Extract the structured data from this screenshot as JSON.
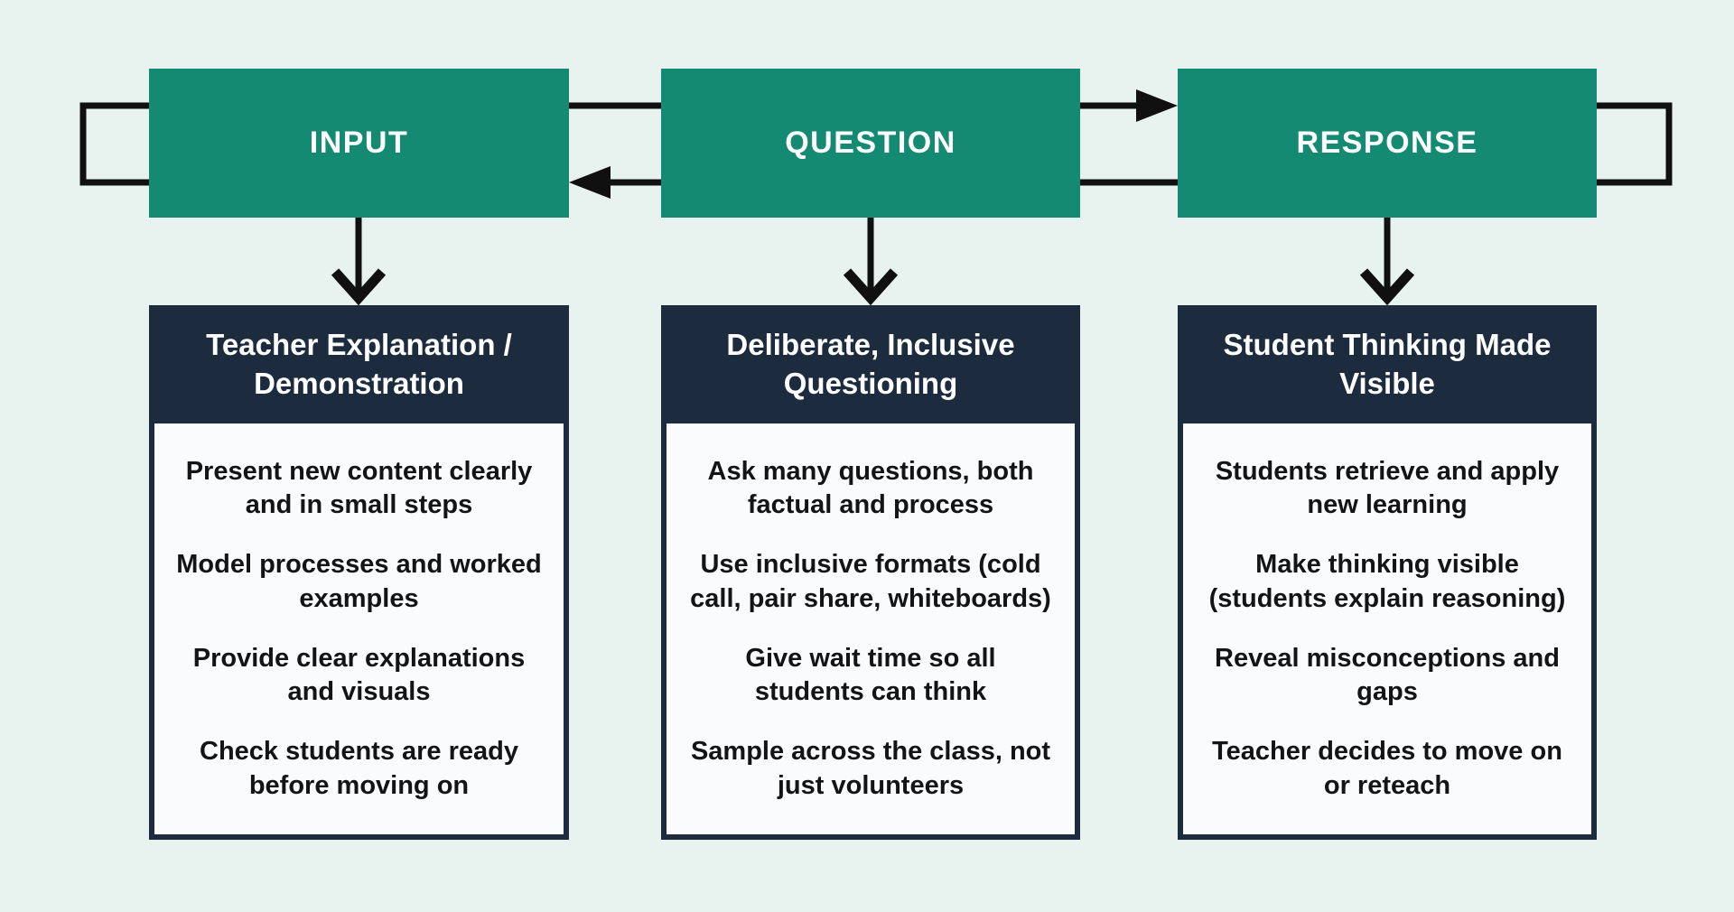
{
  "colors": {
    "background": "#e8f3ef",
    "node_green": "#148a72",
    "card_navy": "#1c2b3d",
    "card_body_bg": "#f9fbfc",
    "connector_black": "#101010",
    "text_white": "#ffffff",
    "text_dark": "#121416"
  },
  "nodes": [
    {
      "id": "input",
      "label": "INPUT"
    },
    {
      "id": "question",
      "label": "QUESTION"
    },
    {
      "id": "response",
      "label": "RESPONSE"
    }
  ],
  "cards": [
    {
      "title": "Teacher Explanation / Demonstration",
      "items": [
        "Present new content clearly and in small steps",
        "Model processes and worked examples",
        "Provide clear explanations and visuals",
        "Check students are ready before moving on"
      ]
    },
    {
      "title": "Deliberate, Inclusive Questioning",
      "items": [
        "Ask many questions, both factual and process",
        "Use inclusive formats (cold call, pair share, whiteboards)",
        "Give wait time so all students can think",
        "Sample across the class, not just volunteers"
      ]
    },
    {
      "title": "Student Thinking Made Visible",
      "items": [
        "Students retrieve and apply new learning",
        "Make thinking visible (students explain reasoning)",
        "Reveal misconceptions and gaps",
        "Teacher decides to move on or reteach"
      ]
    }
  ]
}
